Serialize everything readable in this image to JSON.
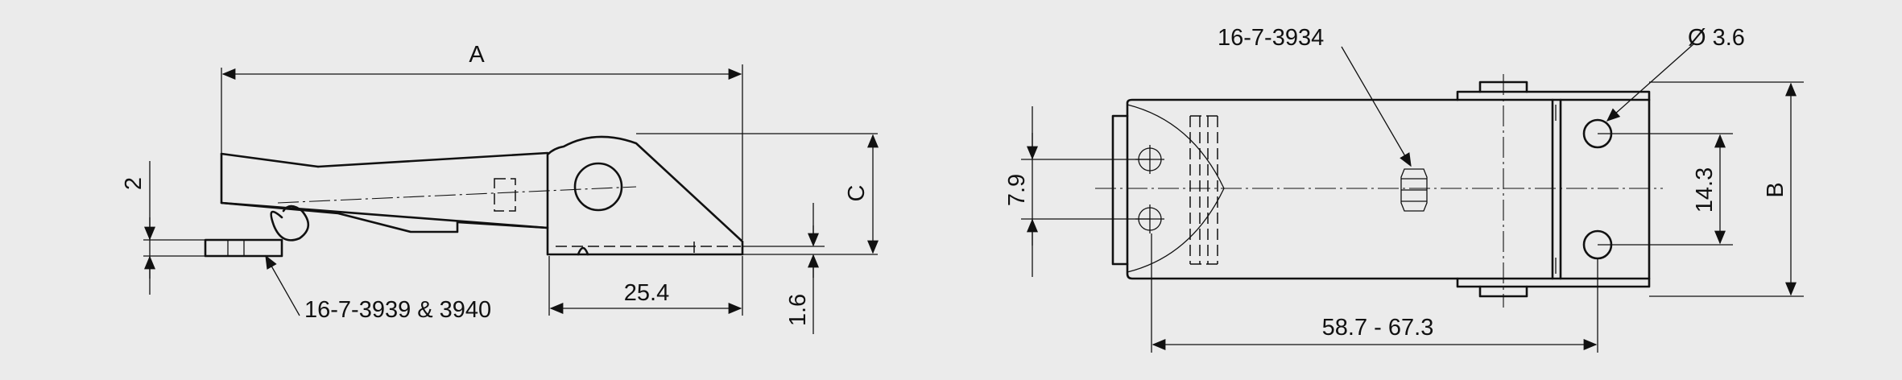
{
  "dimensions": {
    "side_view": {
      "overall_length": "A",
      "height": "C",
      "base_length": "25.4",
      "base_thickness": "1.6",
      "hook_offset": "2",
      "part_number": "16-7-3939 & 3940"
    },
    "top_view": {
      "part_number": "16-7-3934",
      "hole_diameter": "Ø 3.6",
      "hook_slot_spacing": "7.9",
      "hole_spacing": "14.3",
      "width": "B",
      "length_range": "58.7 - 67.3"
    }
  },
  "colors": {
    "background": "#ebebeb",
    "line": "#111111"
  }
}
